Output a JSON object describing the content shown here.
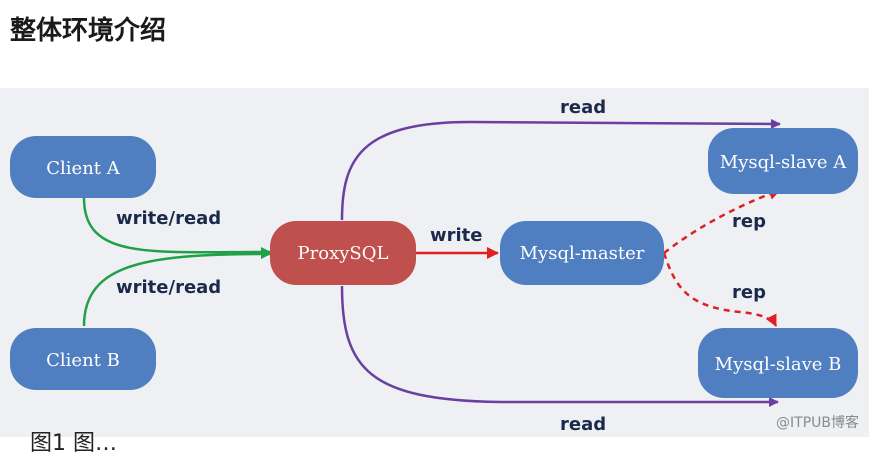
{
  "title": "整体环境介绍",
  "nodes": {
    "client_a": "Client A",
    "client_b": "Client B",
    "proxysql": "ProxySQL",
    "master": "Mysql-master",
    "slave_a": "Mysql-slave A",
    "slave_b": "Mysql-slave B"
  },
  "edges": {
    "client_a_to_proxy": "write/read",
    "client_b_to_proxy": "write/read",
    "proxy_to_master": "write",
    "proxy_to_slave_a": "read",
    "proxy_to_slave_b": "read",
    "master_to_slave_a": "rep",
    "master_to_slave_b": "rep"
  },
  "watermark": "@ITPUB博客",
  "caption": "图1  图…"
}
